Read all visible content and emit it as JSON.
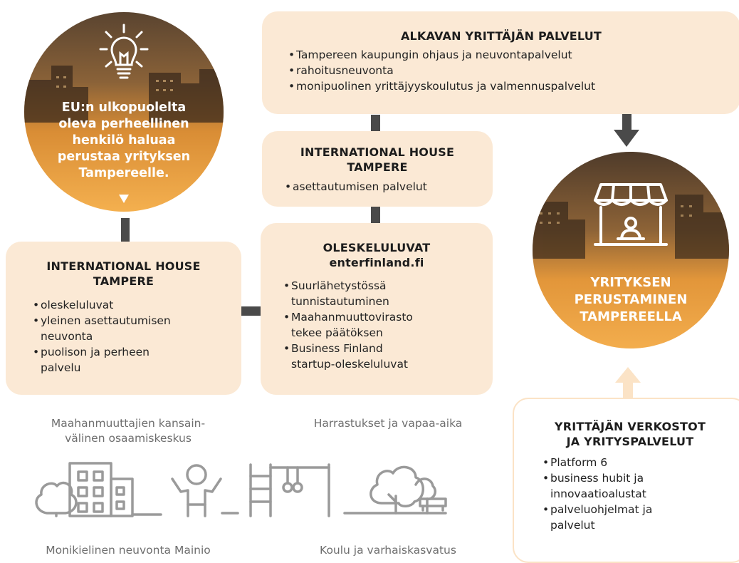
{
  "start_circle": {
    "lines": [
      "EU:n ulkopuolelta",
      "oleva perheellinen",
      "henkilö haluaa",
      "perustaa yrityksen",
      "Tampereelle."
    ],
    "icon": "lightbulb-icon"
  },
  "box_alkavan": {
    "title": "ALKAVAN YRITTÄJÄN PALVELUT",
    "items": [
      "Tampereen kaupungin ohjaus ja neuvontapalvelut",
      "rahoitusneuvonta",
      "monipuolinen yrittäjyyskoulutus ja valmennuspalvelut"
    ]
  },
  "box_ih_center": {
    "title_lines": [
      "INTERNATIONAL HOUSE",
      "TAMPERE"
    ],
    "items": [
      "asettautumisen palvelut"
    ]
  },
  "box_ih_left": {
    "title_lines": [
      "INTERNATIONAL HOUSE",
      "TAMPERE"
    ],
    "items": [
      [
        "oleskeluluvat"
      ],
      [
        "yleinen asettautumisen",
        "neuvonta"
      ],
      [
        "puolison ja perheen",
        "palvelu"
      ]
    ]
  },
  "box_oleskelu": {
    "title_lines": [
      "OLESKELULUVAT",
      "enterfinland.fi"
    ],
    "items": [
      [
        "Suurlähetystössä",
        "tunnistautuminen"
      ],
      [
        "Maahanmuuttovirasto",
        "tekee päätöksen"
      ],
      [
        "Business Finland",
        "startup-oleskeluluvat"
      ]
    ]
  },
  "end_circle": {
    "lines": [
      "YRITYKSEN",
      "PERUSTAMINEN",
      "TAMPEREELLA"
    ],
    "icon": "shop-icon"
  },
  "box_verkostot": {
    "title_lines": [
      "YRITTÄJÄN VERKOSTOT",
      "JA YRITYSPALVELUT"
    ],
    "items": [
      [
        "Platform 6"
      ],
      [
        "business hubit ja",
        "innovaatioalustat"
      ],
      [
        "palveluohjelmat ja",
        "palvelut"
      ]
    ]
  },
  "captions": {
    "top_left": [
      "Maahanmuuttajien kansain-",
      "välinen osaamiskeskus"
    ],
    "top_right": "Harrastukset ja vapaa-aika",
    "bottom_left": "Monikielinen neuvonta Mainio",
    "bottom_right": "Koulu ja varhaiskasvatus"
  },
  "colors": {
    "box_fill": "#fbe9d5",
    "connector": "#4a4a4a",
    "arrow_light": "#fbe3c6",
    "circle_orange": "#f0a64a",
    "icon_grey": "#9a9a9a"
  }
}
